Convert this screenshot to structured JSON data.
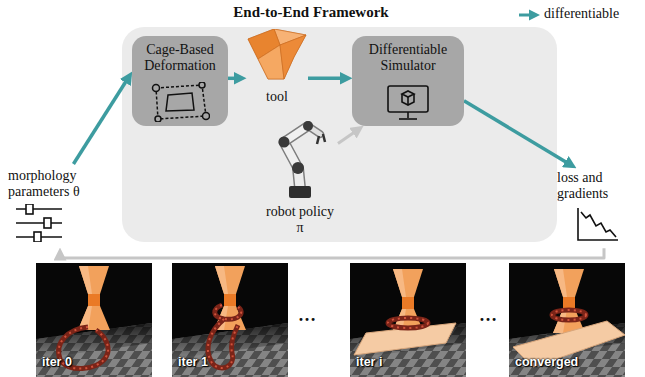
{
  "diagram": {
    "nodes": [
      {
        "text": [
          "End-to-End Framework"
        ]
      },
      {
        "text": [
          "morphology parameters θ"
        ]
      },
      {
        "text": [
          "Cage-Based Deformation"
        ],
        "in": 0
      },
      {
        "text": [
          "tool"
        ],
        "in": 0
      },
      {
        "text": [
          "robot policy π"
        ],
        "in": 0
      },
      {
        "text": [
          "Differentiable Simulator"
        ],
        "in": 0
      },
      {
        "text": [
          "loss and gradients"
        ]
      }
    ],
    "edges": [
      {
        "from": 1,
        "to": 2,
        "arrow": "to"
      },
      {
        "from": 2,
        "to": 3,
        "arrow": "to"
      },
      {
        "from": 3,
        "to": 5,
        "arrow": "to"
      },
      {
        "from": 4,
        "to": 5,
        "arrow": "to"
      },
      {
        "from": 5,
        "to": 6,
        "arrow": "to"
      },
      {
        "from": 6,
        "to": 1,
        "arrow": "to"
      }
    ],
    "labels": [
      "iter 0",
      "iter 1",
      "…",
      "iter i",
      "…",
      "converged"
    ],
    "legend": [
      {
        "text": "differentiable"
      }
    ]
  }
}
